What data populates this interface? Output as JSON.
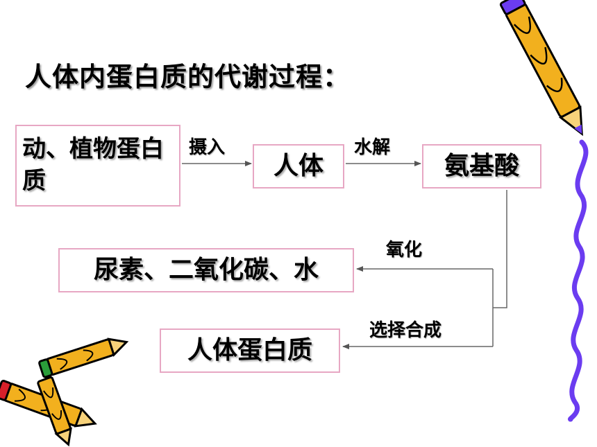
{
  "title": "人体内蛋白质的代谢过程：",
  "nodes": {
    "source": "动、植物蛋白质",
    "human": "人体",
    "amino_acid": "氨基酸",
    "products": "尿素、二氧化碳、水",
    "human_protein": "人体蛋白质"
  },
  "edges": {
    "intake": "摄入",
    "hydrolysis": "水解",
    "oxidation": "氧化",
    "synthesis": "选择合成"
  },
  "colors": {
    "box_border": "#e7a7c3",
    "squiggle": "#6b3cf0",
    "pencil_body": "#f2b01e"
  },
  "decorations": [
    "pencil-icon",
    "crossed-pencils-icon",
    "squiggle-line-icon"
  ]
}
